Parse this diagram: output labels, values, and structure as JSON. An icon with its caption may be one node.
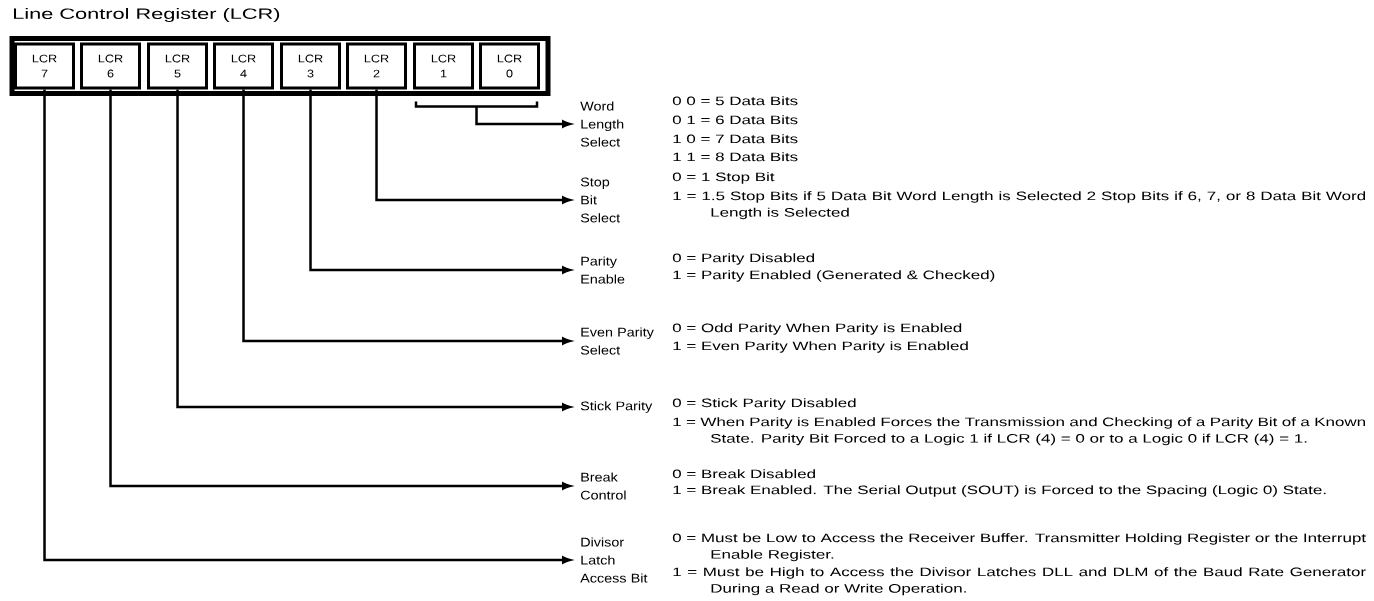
{
  "diagram": {
    "title": "Line Control Register (LCR)",
    "nodes": [
      {
        "text": [],
        "shape": "box"
      },
      {
        "text": [
          "LCR 7"
        ],
        "in": 0
      },
      {
        "text": [
          "LCR 6"
        ],
        "in": 0
      },
      {
        "text": [
          "LCR 5"
        ],
        "in": 0
      },
      {
        "text": [
          "LCR 4"
        ],
        "in": 0
      },
      {
        "text": [
          "LCR 3"
        ],
        "in": 0
      },
      {
        "text": [
          "LCR 2"
        ],
        "in": 0
      },
      {
        "text": [
          "LCR 1"
        ],
        "in": 0
      },
      {
        "text": [
          "LCR 0"
        ],
        "in": 0
      },
      {
        "text": [
          "Word Length Select"
        ],
        "beside": [
          "0 0 = 5 Data Bits",
          "0 1 = 6 Data Bits",
          "1 0 = 7 Data Bits",
          "1 1 = 8 Data Bits"
        ]
      },
      {
        "text": [
          "Stop Bit Select"
        ],
        "beside": [
          "0 = 1 Stop Bit",
          "1 = 1.5 Stop Bits if 5 Data Bit Word Length is Selected 2 Stop Bits if 6, 7, or 8 Data Bit Word Length is Selected"
        ]
      },
      {
        "text": [
          "Parity Enable"
        ],
        "beside": [
          "0 = Parity Disabled",
          "1 = Parity Enabled (Generated & Checked)"
        ]
      },
      {
        "text": [
          "Even Parity Select"
        ],
        "beside": [
          "0 = Odd Parity When Parity is Enabled",
          "1 = Even Parity When Parity is Enabled"
        ]
      },
      {
        "text": [
          "Stick Parity"
        ],
        "beside": [
          "0 = Stick Parity Disabled",
          "1 = When Parity is Enabled Forces the Transmission and Checking of a Parity Bit of a Known State. Parity Bit Forced to a Logic 1 if LCR (4) = 0 or to a Logic 0 if LCR (4) = 1."
        ]
      },
      {
        "text": [
          "Break Control"
        ],
        "beside": [
          "0 = Break Disabled",
          "1 = Break Enabled. The Serial Output (SOUT) is Forced to the Spacing (Logic 0) State."
        ]
      },
      {
        "text": [
          "Divisor Latch Access Bit"
        ],
        "beside": [
          "0 = Must be Low to Access the Receiver Buffer. Transmitter Holding Register or the Interrupt Enable Register.",
          "1 = Must be High to Access the Divisor Latches DLL and DLM of the Baud Rate Generator During a Read or Write Operation."
        ]
      }
    ],
    "edges": [
      {
        "from": 7,
        "to": 9,
        "arrow": "to"
      },
      {
        "from": 8,
        "to": 9,
        "arrow": "to"
      },
      {
        "from": 6,
        "to": 10,
        "arrow": "to"
      },
      {
        "from": 5,
        "to": 11,
        "arrow": "to"
      },
      {
        "from": 4,
        "to": 12,
        "arrow": "to"
      },
      {
        "from": 3,
        "to": 13,
        "arrow": "to"
      },
      {
        "from": 2,
        "to": 14,
        "arrow": "to"
      },
      {
        "from": 1,
        "to": 15,
        "arrow": "to"
      }
    ]
  }
}
